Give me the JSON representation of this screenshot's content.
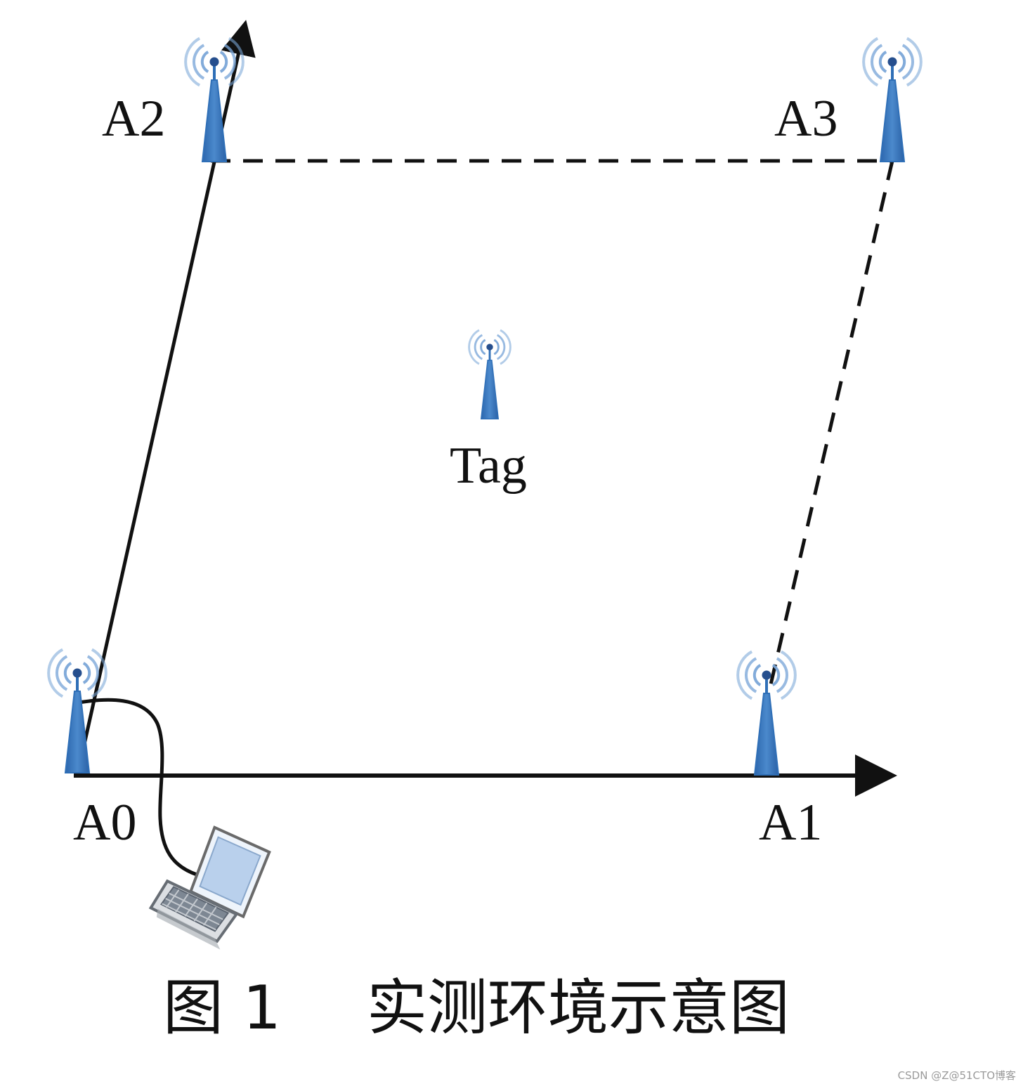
{
  "nodes": {
    "a0": "A0",
    "a1": "A1",
    "a2": "A2",
    "a3": "A3",
    "tag": "Tag"
  },
  "caption": {
    "figure_number": "图 1",
    "title": "实测环境示意图"
  },
  "watermark": "CSDN @Z@51CTO博客",
  "colors": {
    "antenna": "#2f6fb7",
    "antenna_light": "#5f95cf",
    "signal_waves": "#7ba7d8",
    "line": "#111111",
    "laptop_screen": "#b9d0ec",
    "laptop_body": "#6c7684"
  },
  "icons": [
    "antenna-icon",
    "laptop-icon",
    "arrow-icon"
  ]
}
